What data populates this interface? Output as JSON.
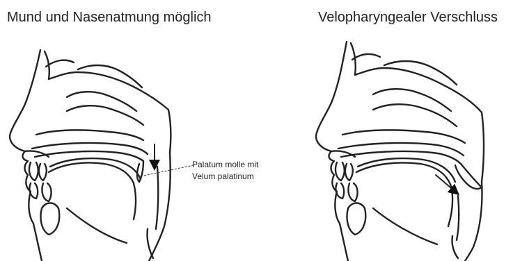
{
  "panels": {
    "left": {
      "title": "Mund und Nasenatmung möglich"
    },
    "right": {
      "title": "Velopharyngealer Verschluss"
    }
  },
  "annotation": {
    "line1": "Palatum molle mit",
    "line2": "Velum palatinum"
  }
}
